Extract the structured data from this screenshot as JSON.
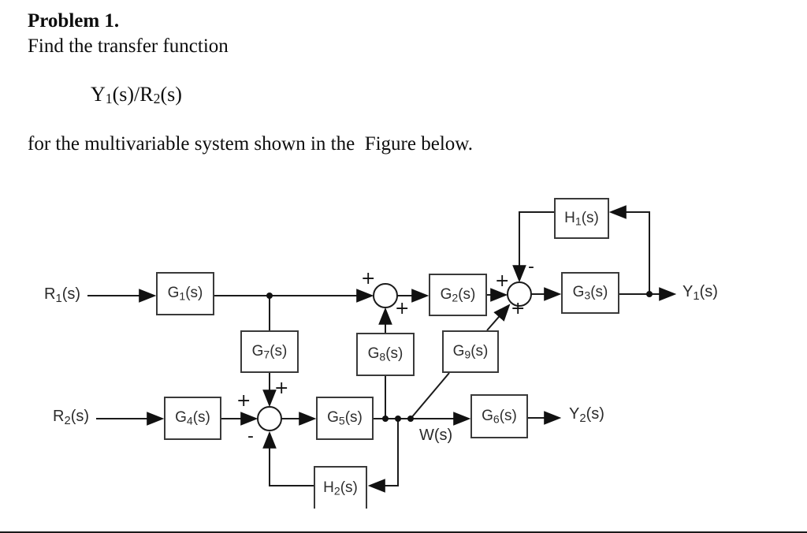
{
  "problem": {
    "title": "Problem 1.",
    "intro": "Find the transfer function",
    "formula": [
      "Y",
      "1",
      "(s)/R",
      "2",
      "(s)"
    ],
    "body": "for the multivariable system shown in the  Figure below."
  },
  "diagram": {
    "blocks": {
      "g1": [
        "G",
        "1",
        "(s)"
      ],
      "g2": [
        "G",
        "2",
        "(s)"
      ],
      "g3": [
        "G",
        "3",
        "(s)"
      ],
      "g4": [
        "G",
        "4",
        "(s)"
      ],
      "g5": [
        "G",
        "5",
        "(s)"
      ],
      "g6": [
        "G",
        "6",
        "(s)"
      ],
      "g7": [
        "G",
        "7",
        "(s)"
      ],
      "g8": [
        "G",
        "8",
        "(s)"
      ],
      "g9": [
        "G",
        "9",
        "(s)"
      ],
      "h1": [
        "H",
        "1",
        "(s)"
      ],
      "h2": [
        "H",
        "2",
        "(s)"
      ]
    },
    "signals": {
      "r1": [
        "R",
        "1",
        "(s)"
      ],
      "r2": [
        "R",
        "2",
        "(s)"
      ],
      "y1": [
        "Y",
        "1",
        "(s)"
      ],
      "y2": [
        "Y",
        "2",
        "(s)"
      ],
      "w": [
        "W",
        "",
        "(s)"
      ]
    },
    "junctions": {
      "s1": {
        "left": "+",
        "bottom": "+"
      },
      "s2": {
        "left": "+",
        "top": "-",
        "bottom": "+"
      },
      "s3": {
        "left": "+",
        "top": "+",
        "bottom": "-"
      }
    }
  }
}
